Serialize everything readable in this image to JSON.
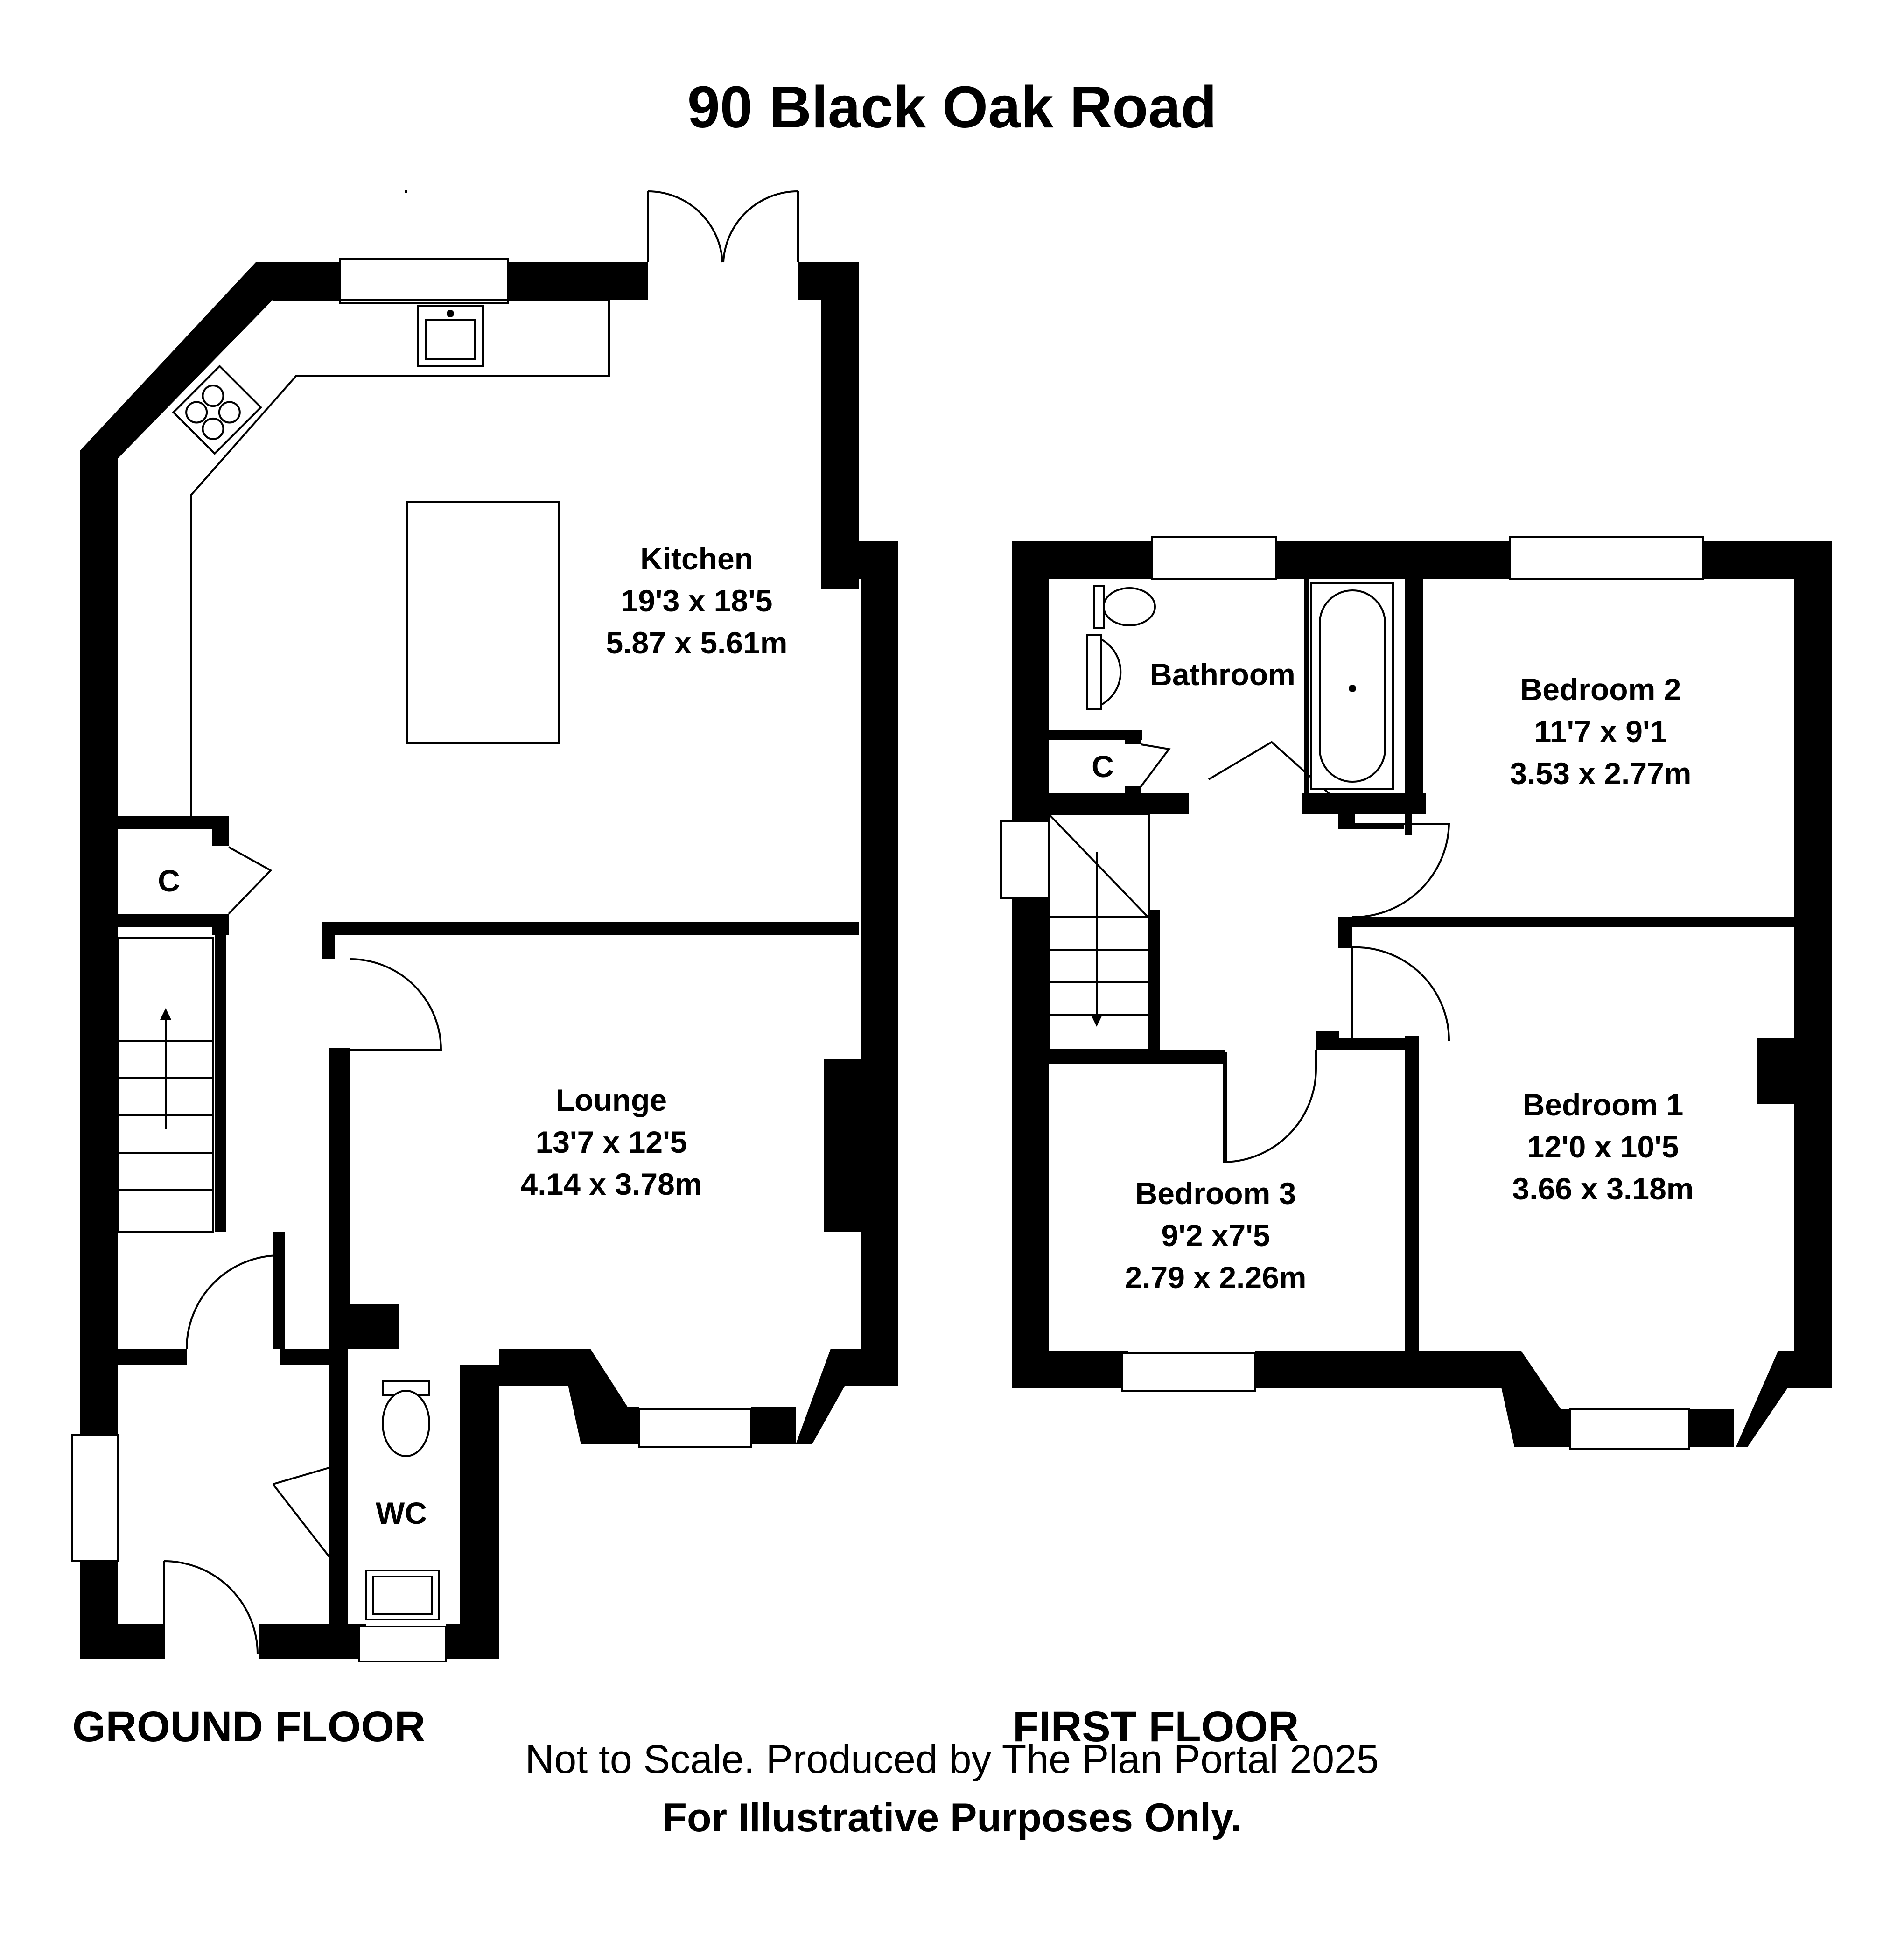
{
  "title": "90 Black Oak Road",
  "floors": {
    "ground": {
      "label": "GROUND FLOOR",
      "rooms": [
        {
          "name": "Kitchen",
          "imperial": "19'3 x 18'5",
          "metric": "5.87 x 5.61m"
        },
        {
          "name": "Lounge",
          "imperial": "13'7 x 12'5",
          "metric": "4.14 x 3.78m"
        },
        {
          "name": "WC"
        },
        {
          "name": "C"
        }
      ]
    },
    "first": {
      "label": "FIRST FLOOR",
      "rooms": [
        {
          "name": "Bathroom"
        },
        {
          "name": "C"
        },
        {
          "name": "Bedroom 2",
          "imperial": "11'7 x 9'1",
          "metric": "3.53 x 2.77m"
        },
        {
          "name": "Bedroom 1",
          "imperial": "12'0 x 10'5",
          "metric": "3.66 x 3.18m"
        },
        {
          "name": "Bedroom 3",
          "imperial": "9'2 x7'5",
          "metric": "2.79 x 2.26m"
        }
      ]
    }
  },
  "footer": {
    "line1": "Not to Scale. Produced by The Plan Portal 2025",
    "line2": "For Illustrative Purposes Only."
  }
}
